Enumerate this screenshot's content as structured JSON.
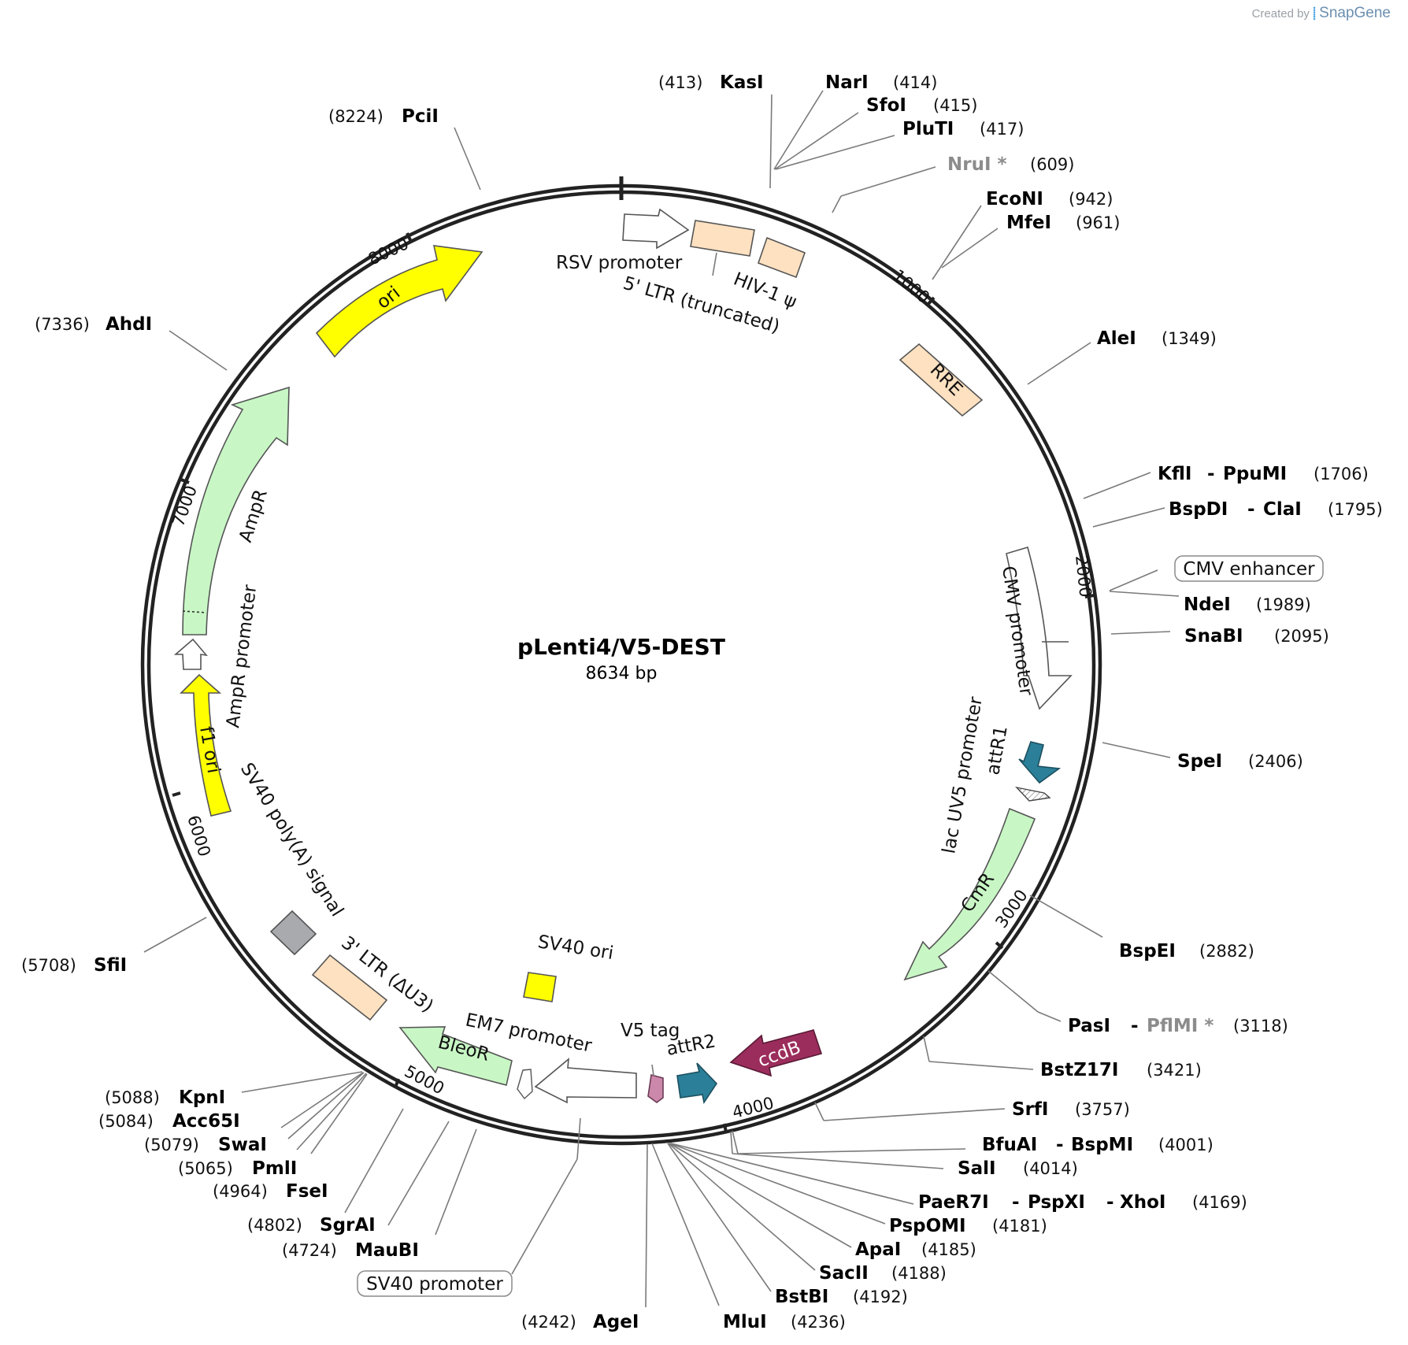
{
  "credit": {
    "prefix": "Created by",
    "logo": "⸽",
    "brand": "SnapGene"
  },
  "plasmid": {
    "name": "pLenti4/V5-DEST",
    "length_label": "8634 bp"
  },
  "ticks": [
    "8000",
    "1000",
    "2000",
    "3000",
    "4000",
    "5000",
    "6000",
    "7000"
  ],
  "features": [
    {
      "id": "rsv",
      "label": "RSV promoter",
      "color": "#ffffff"
    },
    {
      "id": "ltr5",
      "label": "5' LTR (truncated)",
      "color": "#fde1c0"
    },
    {
      "id": "hiv",
      "label": "HIV-1 ψ",
      "color": "#fde1c0"
    },
    {
      "id": "rre",
      "label": "RRE",
      "color": "#fde1c0"
    },
    {
      "id": "cmvp",
      "label": "CMV promoter",
      "color": "#ffffff"
    },
    {
      "id": "attr1",
      "label": "attR1",
      "color": "#2b7f98"
    },
    {
      "id": "lacuv5",
      "label": "lac UV5 promoter",
      "color": "#ffffff"
    },
    {
      "id": "cmr",
      "label": "CmR",
      "color": "#c8f7c5"
    },
    {
      "id": "ccdb",
      "label": "ccdB",
      "color": "#9b2d5c"
    },
    {
      "id": "attr2",
      "label": "attR2",
      "color": "#2b7f98"
    },
    {
      "id": "v5",
      "label": "V5 tag",
      "color": "#cc88aa"
    },
    {
      "id": "em7",
      "label": "EM7 promoter",
      "color": "#ffffff"
    },
    {
      "id": "bleor",
      "label": "BleoR",
      "color": "#c8f7c5"
    },
    {
      "id": "sv40ori",
      "label": "SV40 ori",
      "color": "#ffff00"
    },
    {
      "id": "ltr3",
      "label": "3' LTR (ΔU3)",
      "color": "#fde1c0"
    },
    {
      "id": "sv40pa",
      "label": "SV40 poly(A) signal",
      "color": "#a9aaae"
    },
    {
      "id": "f1ori",
      "label": "f1 ori",
      "color": "#ffff00"
    },
    {
      "id": "amprp",
      "label": "AmpR promoter",
      "color": "#ffffff"
    },
    {
      "id": "ampr",
      "label": "AmpR",
      "color": "#c8f7c5"
    },
    {
      "id": "ori",
      "label": "ori",
      "color": "#ffff00"
    }
  ],
  "boxed_labels": [
    "CMV enhancer",
    "SV40 promoter"
  ],
  "sites": [
    {
      "name": "KasI",
      "pos": "(413)"
    },
    {
      "name": "NarI",
      "pos": "(414)"
    },
    {
      "name": "SfoI",
      "pos": "(415)"
    },
    {
      "name": "PluTI",
      "pos": "(417)"
    },
    {
      "name": "NruI *",
      "pos": "(609)"
    },
    {
      "name": "EcoNI",
      "pos": "(942)"
    },
    {
      "name": "MfeI",
      "pos": "(961)"
    },
    {
      "name": "AleI",
      "pos": "(1349)"
    },
    {
      "name": "KflI",
      "pos": ""
    },
    {
      "name": "PpuMI",
      "pos": "(1706)"
    },
    {
      "name": "BspDI",
      "pos": ""
    },
    {
      "name": "ClaI",
      "pos": "(1795)"
    },
    {
      "name": "NdeI",
      "pos": "(1989)"
    },
    {
      "name": "SnaBI",
      "pos": "(2095)"
    },
    {
      "name": "SpeI",
      "pos": "(2406)"
    },
    {
      "name": "BspEI",
      "pos": "(2882)"
    },
    {
      "name": "PasI",
      "pos": ""
    },
    {
      "name": "PflMI *",
      "pos": "(3118)"
    },
    {
      "name": "BstZ17I",
      "pos": "(3421)"
    },
    {
      "name": "SrfI",
      "pos": "(3757)"
    },
    {
      "name": "BfuAI",
      "pos": ""
    },
    {
      "name": "BspMI",
      "pos": "(4001)"
    },
    {
      "name": "SalI",
      "pos": "(4014)"
    },
    {
      "name": "PaeR7I",
      "pos": ""
    },
    {
      "name": "PspXI",
      "pos": ""
    },
    {
      "name": "XhoI",
      "pos": "(4169)"
    },
    {
      "name": "PspOMI",
      "pos": "(4181)"
    },
    {
      "name": "ApaI",
      "pos": "(4185)"
    },
    {
      "name": "SacII",
      "pos": "(4188)"
    },
    {
      "name": "BstBI",
      "pos": "(4192)"
    },
    {
      "name": "MluI",
      "pos": "(4236)"
    },
    {
      "name": "AgeI",
      "pos": "(4242)"
    },
    {
      "name": "MauBI",
      "pos": "(4724)"
    },
    {
      "name": "SgrAI",
      "pos": "(4802)"
    },
    {
      "name": "FseI",
      "pos": "(4964)"
    },
    {
      "name": "PmlI",
      "pos": "(5065)"
    },
    {
      "name": "SwaI",
      "pos": "(5079)"
    },
    {
      "name": "Acc65I",
      "pos": "(5084)"
    },
    {
      "name": "KpnI",
      "pos": "(5088)"
    },
    {
      "name": "SfiI",
      "pos": "(5708)"
    },
    {
      "name": "AhdI",
      "pos": "(7336)"
    },
    {
      "name": "PciI",
      "pos": "(8224)"
    }
  ]
}
